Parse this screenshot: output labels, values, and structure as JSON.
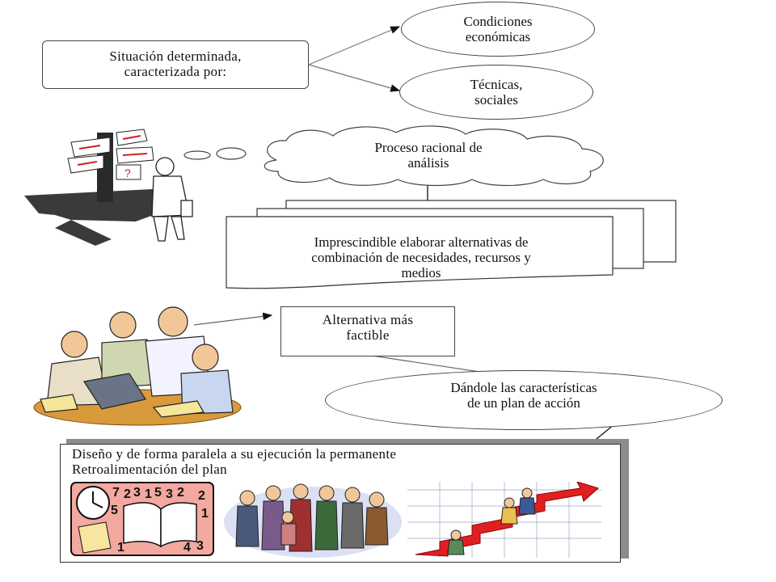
{
  "situation": {
    "line1": "Situación determinada,",
    "line2": "caracterizada por:"
  },
  "conditions_economic": {
    "line1": "Condiciones",
    "line2": "económicas"
  },
  "conditions_tech": {
    "line1": "Técnicas,",
    "line2": "sociales"
  },
  "process": {
    "line1": "Proceso racional de",
    "line2": "análisis"
  },
  "alternatives": {
    "line1": "Imprescindible elaborar alternativas de",
    "line2": "combinación de necesidades, recursos y",
    "line3": "medios"
  },
  "best_alternative": {
    "line1": "Alternativa más",
    "line2": "factible"
  },
  "plan_characteristics": {
    "line1": "Dándole  las características",
    "line2": "de un plan de acción"
  },
  "design": {
    "line1": "Diseño y de forma paralela a su ejecución la permanente",
    "line2": "Retroalimentación del  plan"
  },
  "clipart_numbers": [
    "7",
    "2",
    "3",
    "1",
    "5",
    "3",
    "2",
    "5",
    "2",
    "1",
    "3",
    "1",
    "4"
  ],
  "clipart_sign_q": "?"
}
